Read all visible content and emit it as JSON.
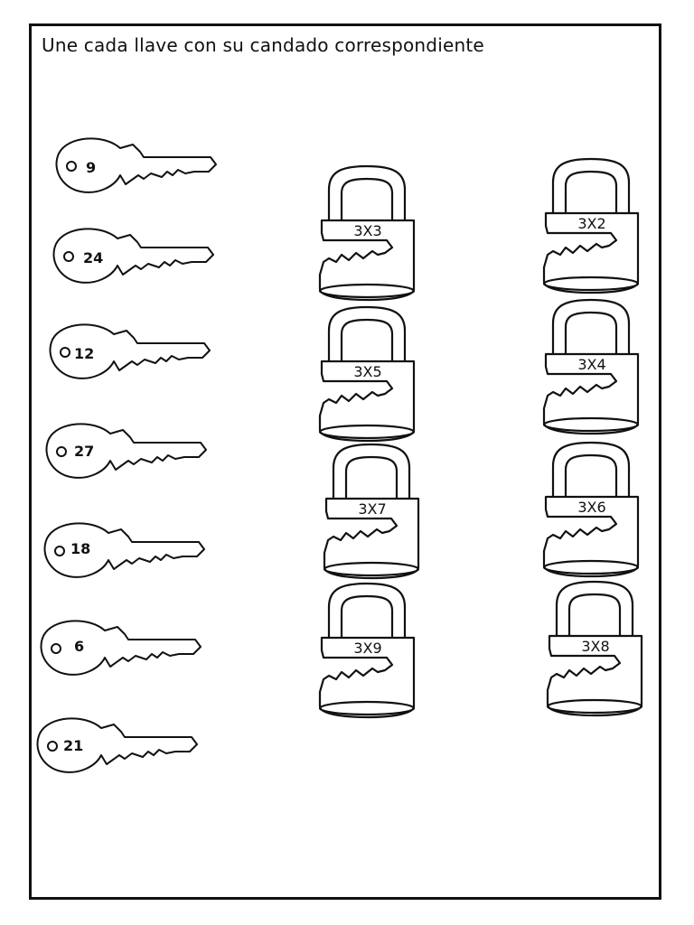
{
  "instruction": "Une cada llave con su candado correspondiente",
  "keys": [
    {
      "number": "9"
    },
    {
      "number": "24"
    },
    {
      "number": "12"
    },
    {
      "number": "27"
    },
    {
      "number": "18"
    },
    {
      "number": "6"
    },
    {
      "number": "21"
    }
  ],
  "locks_col1": [
    {
      "label": "3X3"
    },
    {
      "label": "3X5"
    },
    {
      "label": "3X7"
    },
    {
      "label": "3X9"
    }
  ],
  "locks_col2": [
    {
      "label": "3X2"
    },
    {
      "label": "3X4"
    },
    {
      "label": "3X6"
    },
    {
      "label": "3X8"
    }
  ]
}
